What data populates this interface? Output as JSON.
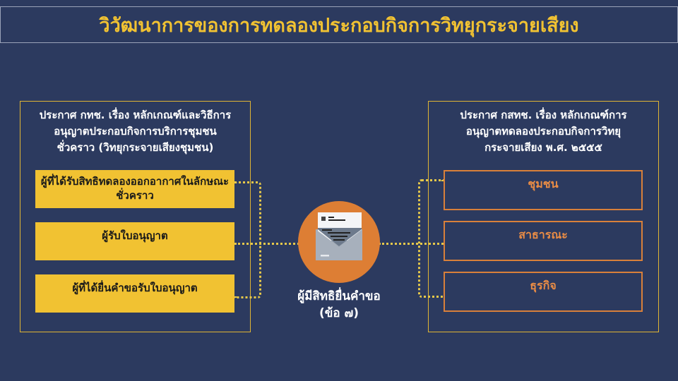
{
  "title": "วิวัฒนาการของการทดลองประกอบกิจการวิทยุกระจายเสียง",
  "left_panel": {
    "heading": "ประกาศ กทช. เรื่อง หลักเกณฑ์และวิธีการอนุญาตประกอบกิจการบริการชุมชนชั่วคราว (วิทยุกระจายเสียงชุมชน)",
    "items": [
      "ผู้ที่ได้รับสิทธิทดลองออกอากาศในลักษณะชั่วคราว",
      "ผู้รับใบอนุญาต",
      "ผู้ที่ได้ยื่นคำขอรับใบอนุญาต"
    ]
  },
  "center": {
    "icon": "envelope-icon",
    "line1": "ผู้มีสิทธิยื่นคำขอ",
    "line2": "(ข้อ ๗)"
  },
  "right_panel": {
    "heading": "ประกาศ กสทช. เรื่อง หลักเกณฑ์การอนุญาตทดลองประกอบกิจการวิทยุกระจายเสียง พ.ศ. ๒๕๕๕",
    "items": [
      "ชุมชน",
      "สาธารณะ",
      "ธุรกิจ"
    ]
  },
  "colors": {
    "background": "#2c3a5f",
    "yellow": "#f1c232",
    "orange": "#dd7e34"
  }
}
